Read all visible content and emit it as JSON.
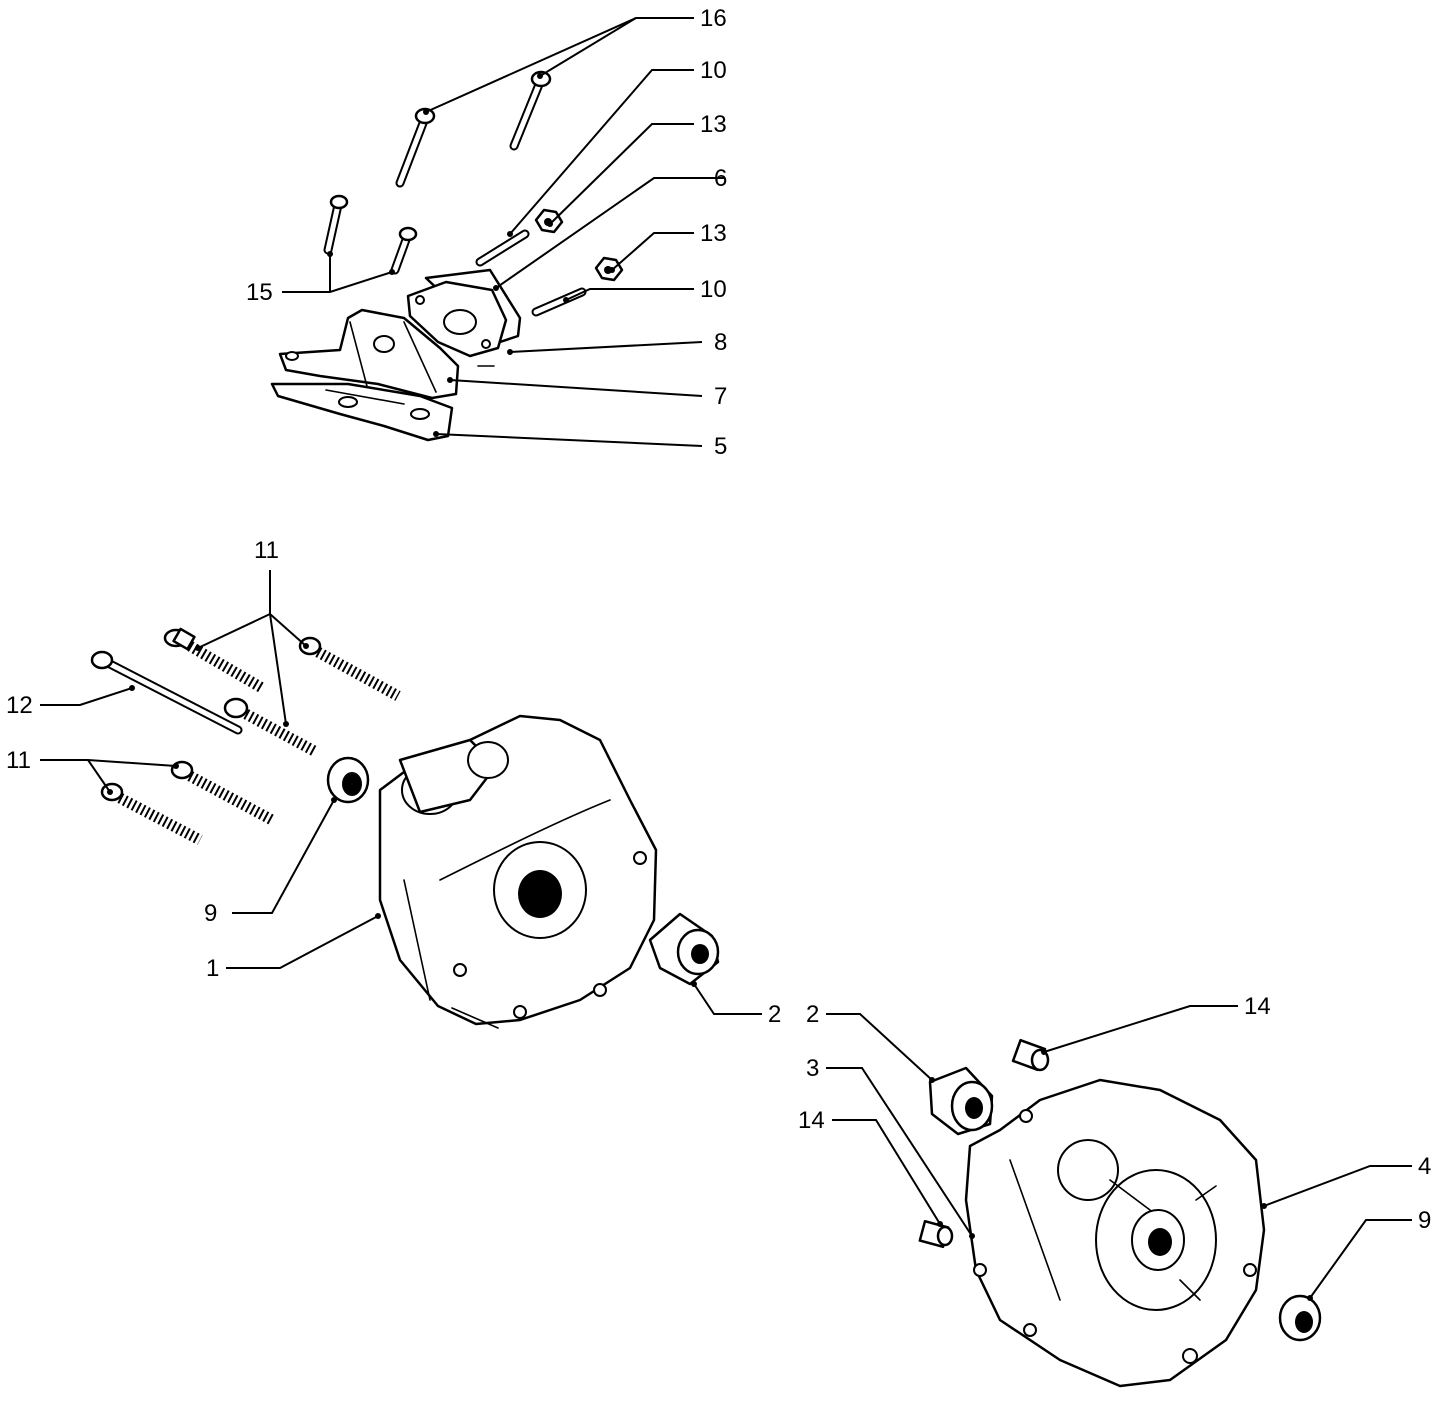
{
  "diagram": {
    "callouts": [
      {
        "id": "c16",
        "label": "16"
      },
      {
        "id": "c10a",
        "label": "10"
      },
      {
        "id": "c13a",
        "label": "13"
      },
      {
        "id": "c6",
        "label": "6"
      },
      {
        "id": "c13b",
        "label": "13"
      },
      {
        "id": "c15",
        "label": "15"
      },
      {
        "id": "c10b",
        "label": "10"
      },
      {
        "id": "c8",
        "label": "8"
      },
      {
        "id": "c7",
        "label": "7"
      },
      {
        "id": "c5",
        "label": "5"
      },
      {
        "id": "c11a",
        "label": "11"
      },
      {
        "id": "c12",
        "label": "12"
      },
      {
        "id": "c11b",
        "label": "11"
      },
      {
        "id": "c9a",
        "label": "9"
      },
      {
        "id": "c1",
        "label": "1"
      },
      {
        "id": "c2a",
        "label": "2"
      },
      {
        "id": "c2b",
        "label": "2"
      },
      {
        "id": "c14a",
        "label": "14"
      },
      {
        "id": "c3",
        "label": "3"
      },
      {
        "id": "c14b",
        "label": "14"
      },
      {
        "id": "c4",
        "label": "4"
      },
      {
        "id": "c9b",
        "label": "9"
      }
    ]
  }
}
